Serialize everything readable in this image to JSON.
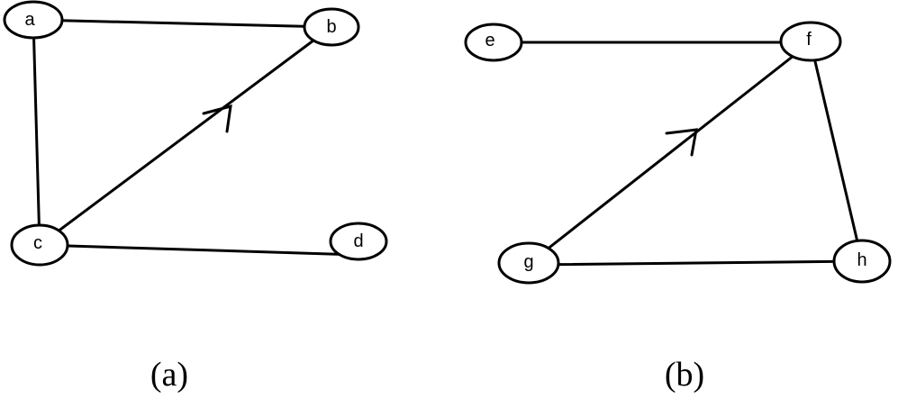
{
  "graphs": [
    {
      "caption": "(a)",
      "nodes": [
        {
          "id": "a",
          "label": "a"
        },
        {
          "id": "b",
          "label": "b"
        },
        {
          "id": "c",
          "label": "c"
        },
        {
          "id": "d",
          "label": "d"
        }
      ],
      "edges": [
        {
          "from": "a",
          "to": "b",
          "directed": false
        },
        {
          "from": "a",
          "to": "c",
          "directed": false
        },
        {
          "from": "c",
          "to": "b",
          "directed": true
        },
        {
          "from": "c",
          "to": "d",
          "directed": false
        }
      ]
    },
    {
      "caption": "(b)",
      "nodes": [
        {
          "id": "e",
          "label": "e"
        },
        {
          "id": "f",
          "label": "f"
        },
        {
          "id": "g",
          "label": "g"
        },
        {
          "id": "h",
          "label": "h"
        }
      ],
      "edges": [
        {
          "from": "e",
          "to": "f",
          "directed": false
        },
        {
          "from": "f",
          "to": "h",
          "directed": false
        },
        {
          "from": "g",
          "to": "f",
          "directed": true
        },
        {
          "from": "g",
          "to": "h",
          "directed": false
        }
      ]
    }
  ]
}
